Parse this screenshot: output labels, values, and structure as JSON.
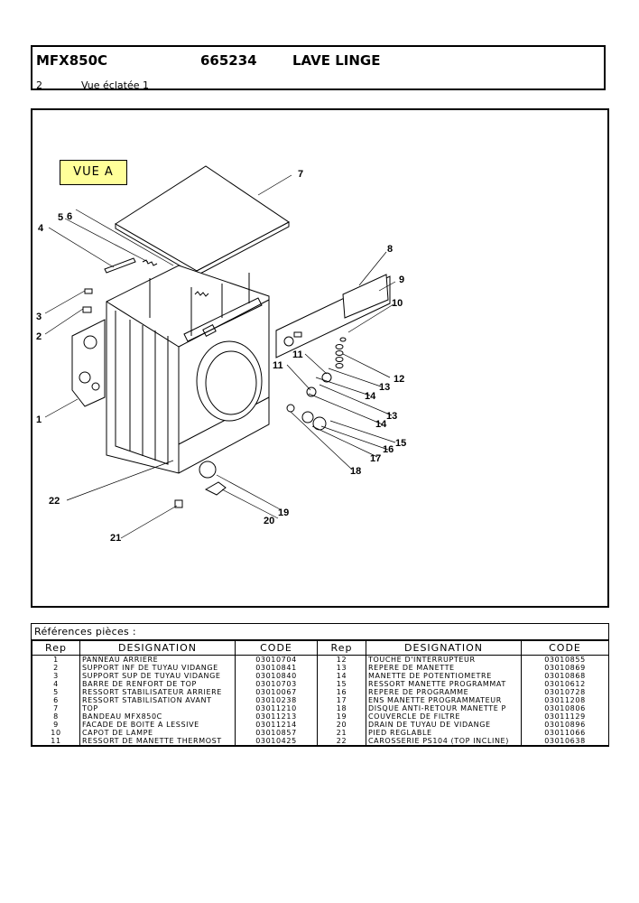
{
  "header": {
    "model": "MFX850C",
    "number": "665234",
    "type": "LAVE LINGE",
    "page": "2",
    "view_title": "Vue éclatée 1"
  },
  "diagram": {
    "view_label": "VUE A",
    "callouts": [
      "1",
      "2",
      "3",
      "4",
      "5",
      "6",
      "7",
      "8",
      "9",
      "10",
      "11",
      "11",
      "12",
      "13",
      "13",
      "14",
      "14",
      "15",
      "16",
      "17",
      "18",
      "19",
      "20",
      "21",
      "22"
    ]
  },
  "parts": {
    "title": "Références pièces  :",
    "headers": [
      "Rep",
      "DESIGNATION",
      "CODE",
      "Rep",
      "DESIGNATION",
      "CODE"
    ],
    "rows": [
      [
        "1",
        "PANNEAU ARRIERE",
        "03010704",
        "12",
        "TOUCHE D'INTERRUPTEUR",
        "03010855"
      ],
      [
        "2",
        "SUPPORT INF DE TUYAU VIDANGE",
        "03010841",
        "13",
        "REPERE DE MANETTE",
        "03010869"
      ],
      [
        "3",
        "SUPPORT SUP DE TUYAU VIDANGE",
        "03010840",
        "14",
        "MANETTE DE POTENTIOMETRE",
        "03010868"
      ],
      [
        "4",
        "BARRE DE RENFORT DE TOP",
        "03010703",
        "15",
        "RESSORT MANETTE PROGRAMMAT",
        "03010612"
      ],
      [
        "5",
        "RESSORT STABILISATEUR ARRIERE",
        "03010067",
        "16",
        "REPERE DE PROGRAMME",
        "03010728"
      ],
      [
        "6",
        "RESSORT STABILISATION AVANT",
        "03010238",
        "17",
        "ENS MANETTE PROGRAMMATEUR",
        "03011208"
      ],
      [
        "7",
        "TOP",
        "03011210",
        "18",
        "DISQUE ANTI-RETOUR  MANETTE P",
        "03010806"
      ],
      [
        "8",
        "BANDEAU MFX850C",
        "03011213",
        "19",
        "COUVERCLE DE FILTRE",
        "03011129"
      ],
      [
        "9",
        "FACADE DE BOITE A LESSIVE",
        "03011214",
        "20",
        "DRAIN DE TUYAU DE VIDANGE",
        "03010896"
      ],
      [
        "10",
        "CAPOT DE LAMPE",
        "03010857",
        "21",
        "PIED REGLABLE",
        "03011066"
      ],
      [
        "11",
        "RESSORT DE MANETTE THERMOST",
        "03010425",
        "22",
        "CAROSSERIE PS104 (TOP INCLINE)",
        "03010638"
      ]
    ]
  }
}
